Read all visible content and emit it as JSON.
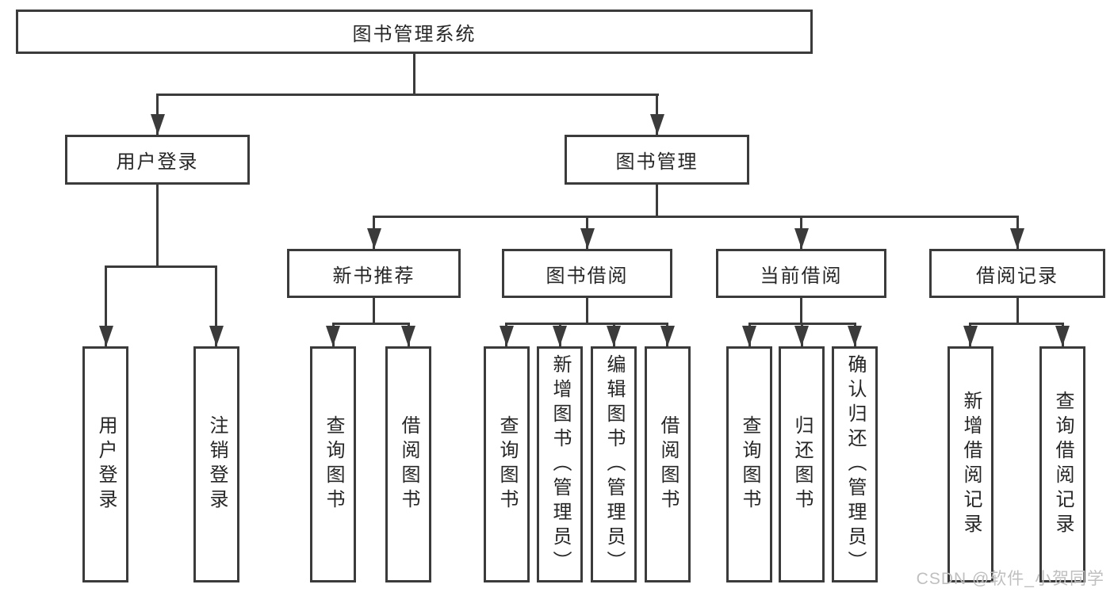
{
  "tree": {
    "label": "图书管理系统",
    "children": [
      {
        "label": "用户登录",
        "children": [
          {
            "label": "用户登录"
          },
          {
            "label": "注销登录"
          }
        ]
      },
      {
        "label": "图书管理",
        "children": [
          {
            "label": "新书推荐",
            "children": [
              {
                "label": "查询图书"
              },
              {
                "label": "借阅图书"
              }
            ]
          },
          {
            "label": "图书借阅",
            "children": [
              {
                "label": "查询图书"
              },
              {
                "label": "新增图书（管理员）"
              },
              {
                "label": "编辑图书（管理员）"
              },
              {
                "label": "借阅图书"
              }
            ]
          },
          {
            "label": "当前借阅",
            "children": [
              {
                "label": "查询图书"
              },
              {
                "label": "归还图书"
              },
              {
                "label": "确认归还（管理员）"
              }
            ]
          },
          {
            "label": "借阅记录",
            "children": [
              {
                "label": "新增借阅记录"
              },
              {
                "label": "查询借阅记录"
              }
            ]
          }
        ]
      }
    ]
  },
  "watermark": {
    "text": "CSDN @软件_小贺同学"
  },
  "colors": {
    "line": "#3b3b3b",
    "text": "#262626",
    "box_background": "#ffffff",
    "watermark": "#bfbfbf"
  }
}
